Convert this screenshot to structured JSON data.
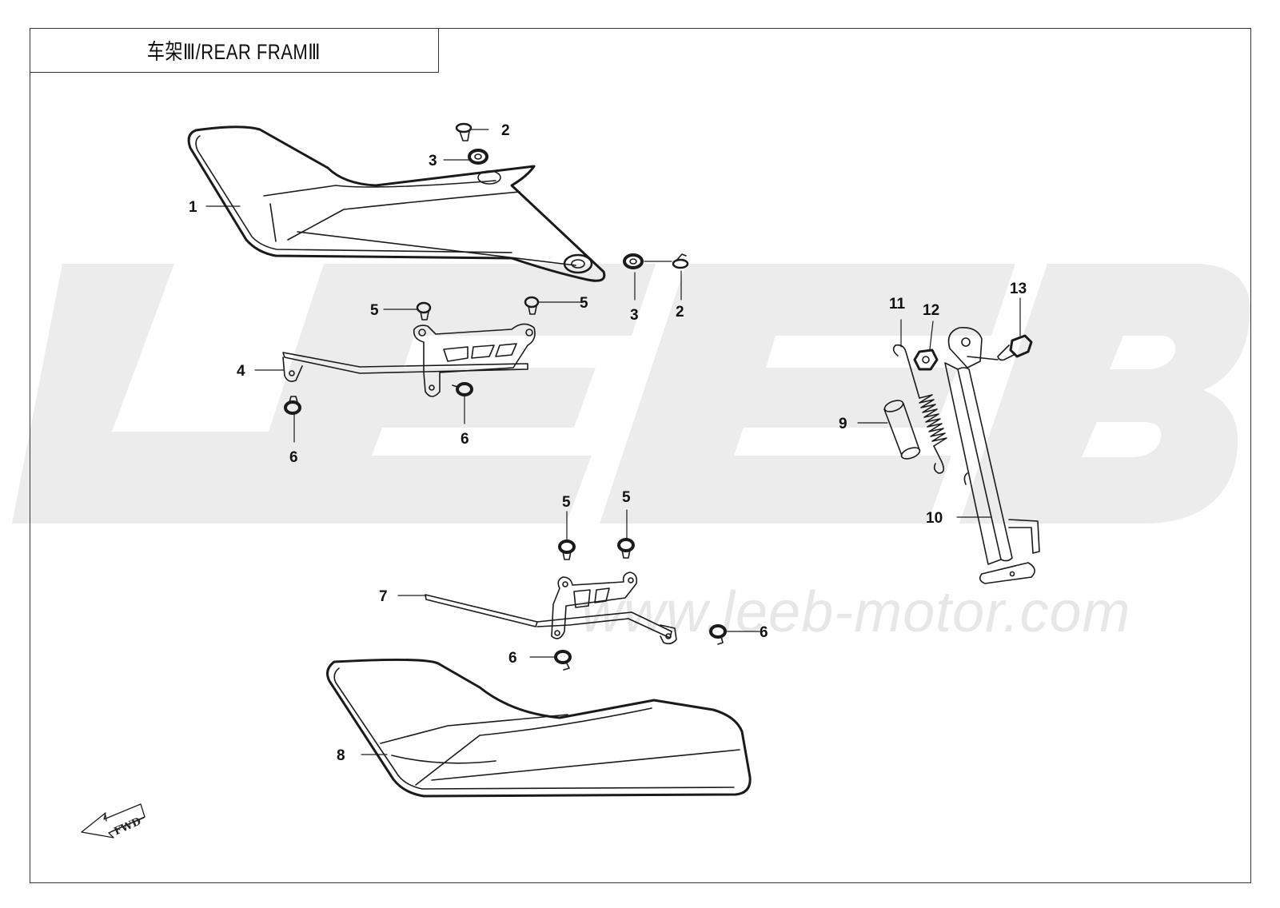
{
  "title": "车架Ⅲ/REAR FRAMⅢ",
  "watermark": {
    "brand": "LEEB",
    "url": "www.leeb-motor.com",
    "color": "#ebebeb"
  },
  "fwd_arrow": {
    "label": "FWD",
    "icon": "fwd-arrow-icon"
  },
  "callouts": [
    "1",
    "2",
    "3",
    "4",
    "5",
    "6",
    "7",
    "8",
    "9",
    "10",
    "11",
    "12",
    "13"
  ],
  "line_color": "#1a1a1a"
}
